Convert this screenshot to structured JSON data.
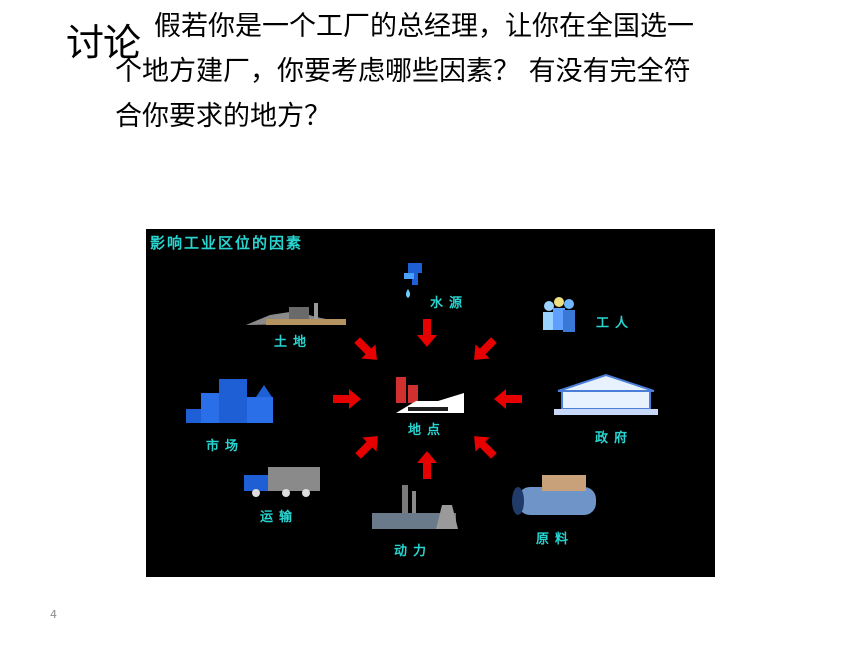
{
  "title": {
    "label": "讨论",
    "line1": "假若你是一个工厂的总经理，让你在全国选一",
    "line2": "个地方建厂，你要考虑哪些因素？ 有没有完全符",
    "line3": "合你要求的地方？"
  },
  "figure": {
    "title": "影响工业区位的因素",
    "center": "地点",
    "factors": {
      "water": "水源",
      "land": "土地",
      "labor": "工人",
      "market": "市场",
      "government": "政府",
      "transport": "运输",
      "power": "动力",
      "raw": "原料"
    },
    "colors": {
      "label": "#27d4d0",
      "arrow": "#e60000",
      "icon": "#1f5fd6"
    }
  },
  "page_number": "4"
}
